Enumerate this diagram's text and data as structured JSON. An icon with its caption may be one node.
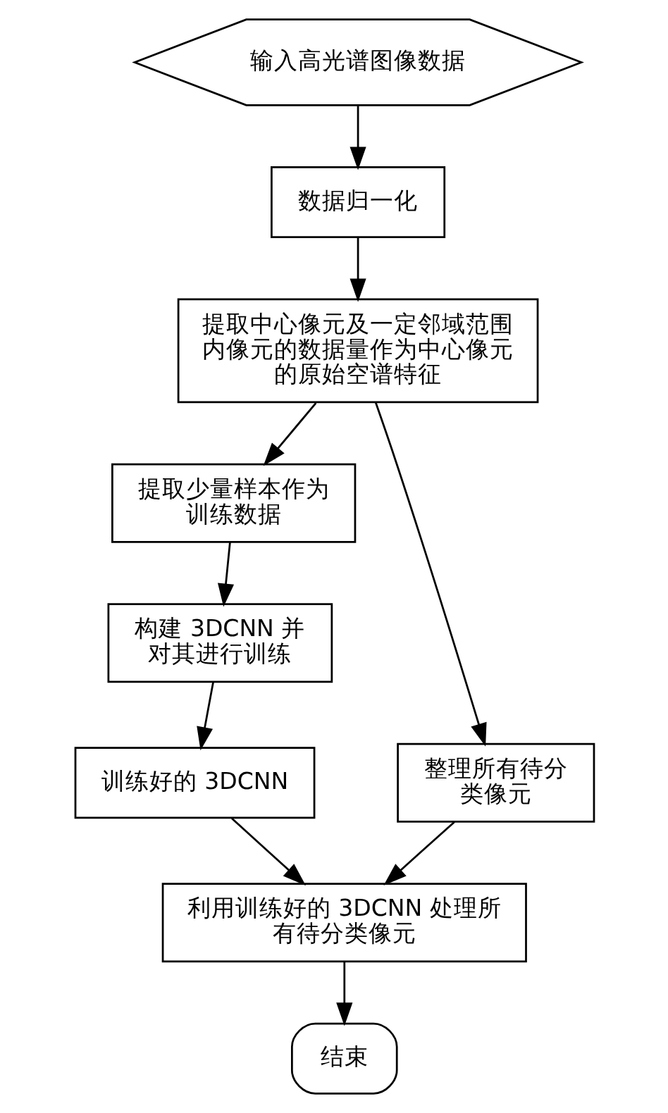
{
  "diagram": {
    "nodes": [
      {
        "text": [
          "输入高光谱图像数据"
        ]
      },
      {
        "text": [
          "数据归一化"
        ]
      },
      {
        "text": [
          "提取中心像元及一定邻域范围内像元的数据量作为中心像元的原始空谱特征"
        ]
      },
      {
        "text": [
          "提取少量样本作为训练数据"
        ]
      },
      {
        "text": [
          "构建 3DCNN 并对其进行训练"
        ]
      },
      {
        "text": [
          "训练好的 3DCNN"
        ]
      },
      {
        "text": [
          "整理所有待分类像元"
        ]
      },
      {
        "text": [
          "利用训练好的 3DCNN 处理所有待分类像元"
        ]
      },
      {
        "text": [
          "结束"
        ]
      }
    ],
    "edges": [
      {
        "from": 0,
        "to": 1,
        "arrow": "to"
      },
      {
        "from": 1,
        "to": 2,
        "arrow": "to"
      },
      {
        "from": 2,
        "to": 3,
        "arrow": "to"
      },
      {
        "from": 2,
        "to": 6,
        "arrow": "to"
      },
      {
        "from": 3,
        "to": 4,
        "arrow": "to"
      },
      {
        "from": 4,
        "to": 5,
        "arrow": "to"
      },
      {
        "from": 5,
        "to": 7,
        "arrow": "to"
      },
      {
        "from": 6,
        "to": 7,
        "arrow": "to"
      },
      {
        "from": 7,
        "to": 8,
        "arrow": "to"
      }
    ]
  }
}
